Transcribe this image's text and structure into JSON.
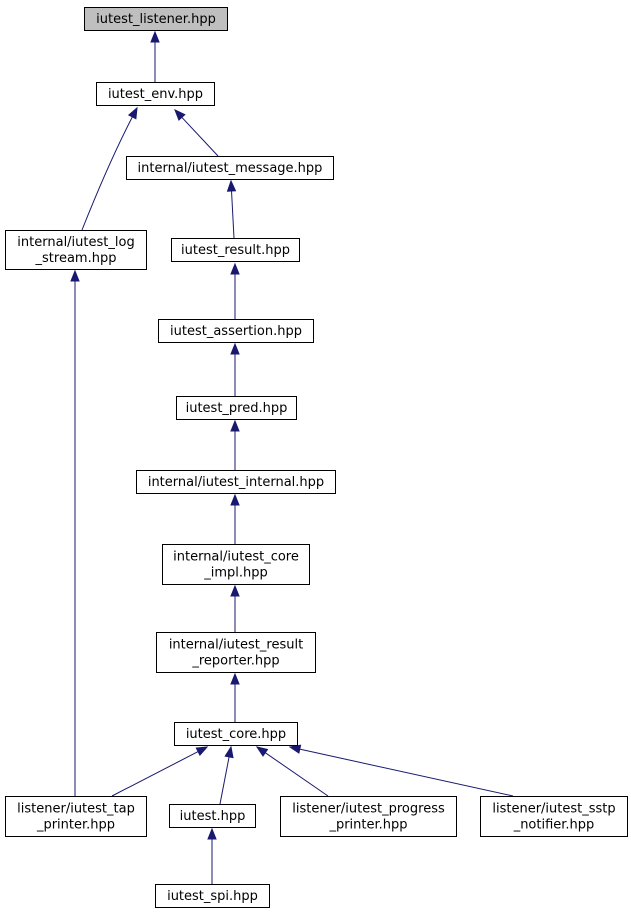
{
  "diagram": {
    "colors": {
      "edge": "#191970",
      "node_fill": "#ffffff",
      "highlight_fill": "#bfbfbf",
      "border": "#000000"
    },
    "nodes": [
      {
        "id": "listener",
        "lines": [
          "iutest_listener.hpp"
        ],
        "highlight": true
      },
      {
        "id": "env",
        "lines": [
          "iutest_env.hpp"
        ]
      },
      {
        "id": "message",
        "lines": [
          "internal/iutest_message.hpp"
        ]
      },
      {
        "id": "log",
        "lines": [
          "internal/iutest_log",
          "_stream.hpp"
        ]
      },
      {
        "id": "result",
        "lines": [
          "iutest_result.hpp"
        ]
      },
      {
        "id": "assertion",
        "lines": [
          "iutest_assertion.hpp"
        ]
      },
      {
        "id": "pred",
        "lines": [
          "iutest_pred.hpp"
        ]
      },
      {
        "id": "internal",
        "lines": [
          "internal/iutest_internal.hpp"
        ]
      },
      {
        "id": "coreimpl",
        "lines": [
          "internal/iutest_core",
          "_impl.hpp"
        ]
      },
      {
        "id": "reporter",
        "lines": [
          "internal/iutest_result",
          "_reporter.hpp"
        ]
      },
      {
        "id": "core",
        "lines": [
          "iutest_core.hpp"
        ]
      },
      {
        "id": "tap",
        "lines": [
          "listener/iutest_tap",
          "_printer.hpp"
        ]
      },
      {
        "id": "iutest",
        "lines": [
          "iutest.hpp"
        ]
      },
      {
        "id": "progress",
        "lines": [
          "listener/iutest_progress",
          "_printer.hpp"
        ]
      },
      {
        "id": "sstp",
        "lines": [
          "listener/iutest_sstp",
          "_notifier.hpp"
        ]
      },
      {
        "id": "spi",
        "lines": [
          "iutest_spi.hpp"
        ]
      }
    ],
    "edges": [
      {
        "from": "env",
        "to": "listener"
      },
      {
        "from": "log",
        "to": "env"
      },
      {
        "from": "message",
        "to": "env"
      },
      {
        "from": "tap",
        "to": "log"
      },
      {
        "from": "result",
        "to": "message"
      },
      {
        "from": "assertion",
        "to": "result"
      },
      {
        "from": "pred",
        "to": "assertion"
      },
      {
        "from": "internal",
        "to": "pred"
      },
      {
        "from": "coreimpl",
        "to": "internal"
      },
      {
        "from": "reporter",
        "to": "coreimpl"
      },
      {
        "from": "core",
        "to": "reporter"
      },
      {
        "from": "tap",
        "to": "core"
      },
      {
        "from": "iutest",
        "to": "core"
      },
      {
        "from": "progress",
        "to": "core"
      },
      {
        "from": "sstp",
        "to": "core"
      },
      {
        "from": "spi",
        "to": "iutest"
      }
    ]
  }
}
